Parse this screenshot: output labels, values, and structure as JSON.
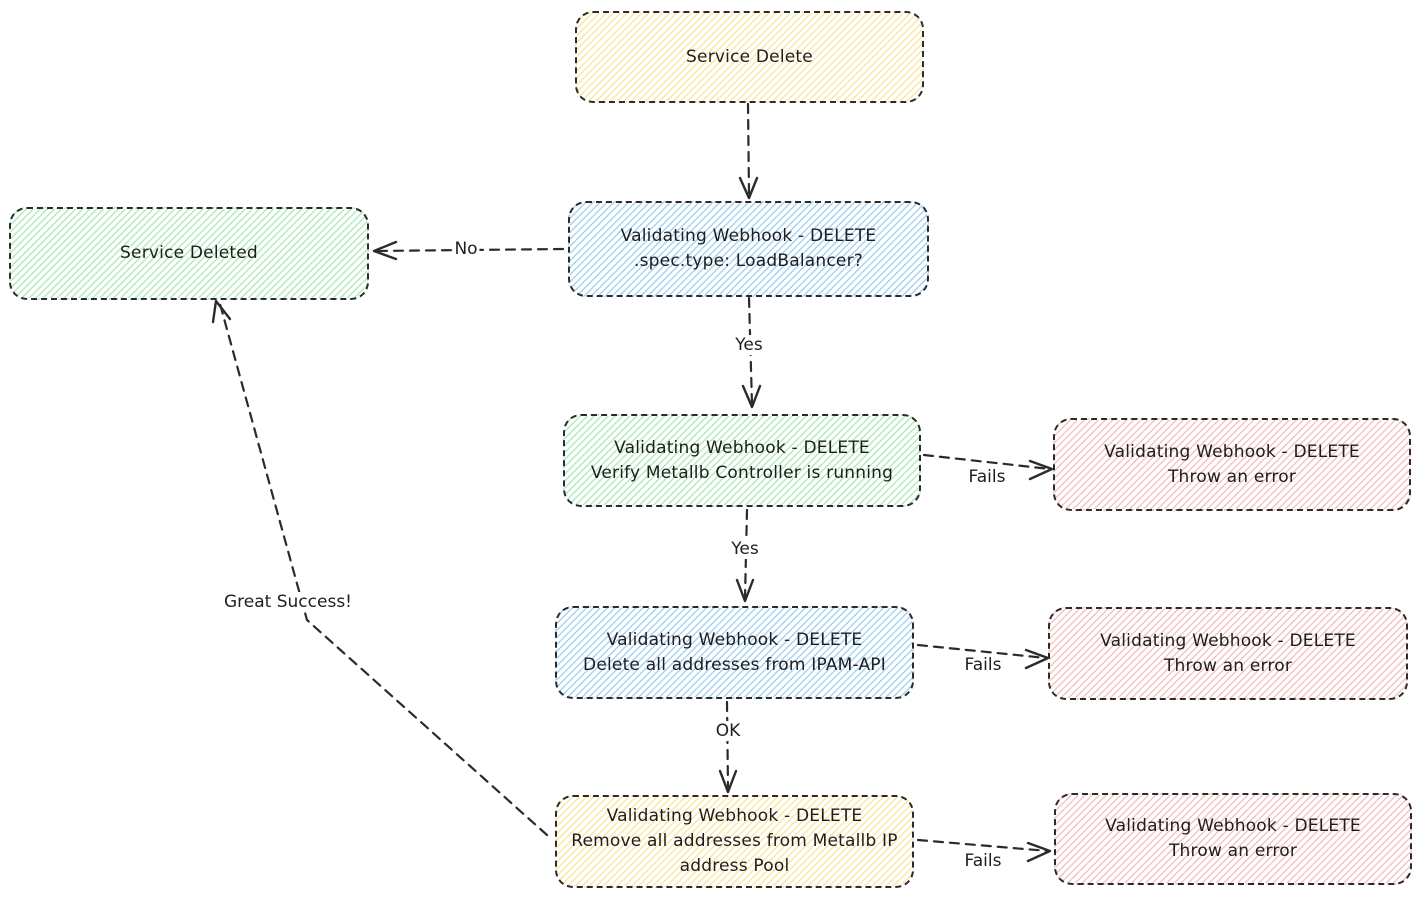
{
  "diagram": {
    "nodes": {
      "service_delete": {
        "text": "Service Delete",
        "color": "#fbe7a1"
      },
      "service_deleted": {
        "text": "Service Deleted",
        "color": "#b2ebbd"
      },
      "check_lb": {
        "text": "Validating Webhook - DELETE\n.spec.type: LoadBalancer?",
        "color": "#a5d3f3"
      },
      "verify_controller": {
        "text": "Validating Webhook - DELETE\nVerify Metallb Controller is running",
        "color": "#b2ebbd"
      },
      "delete_ipam": {
        "text": "Validating Webhook - DELETE\nDelete all addresses from IPAM-API",
        "color": "#a5d3f3"
      },
      "remove_pool": {
        "text": "Validating Webhook - DELETE\nRemove all addresses from Metallb IP\naddress Pool",
        "color": "#fbe7a1"
      },
      "error_1": {
        "text": "Validating Webhook - DELETE\nThrow an error",
        "color": "#f6c2c2"
      },
      "error_2": {
        "text": "Validating Webhook - DELETE\nThrow an error",
        "color": "#f6c2c2"
      },
      "error_3": {
        "text": "Validating Webhook - DELETE\nThrow an error",
        "color": "#f6c2c2"
      }
    },
    "edges": [
      {
        "from": "service_delete",
        "to": "check_lb",
        "label": ""
      },
      {
        "from": "check_lb",
        "to": "service_deleted",
        "label": "No"
      },
      {
        "from": "check_lb",
        "to": "verify_controller",
        "label": "Yes"
      },
      {
        "from": "verify_controller",
        "to": "error_1",
        "label": "Fails"
      },
      {
        "from": "verify_controller",
        "to": "delete_ipam",
        "label": "Yes"
      },
      {
        "from": "delete_ipam",
        "to": "error_2",
        "label": "Fails"
      },
      {
        "from": "delete_ipam",
        "to": "remove_pool",
        "label": "OK"
      },
      {
        "from": "remove_pool",
        "to": "error_3",
        "label": "Fails"
      },
      {
        "from": "remove_pool",
        "to": "service_deleted",
        "label": "Great Success!"
      }
    ]
  }
}
